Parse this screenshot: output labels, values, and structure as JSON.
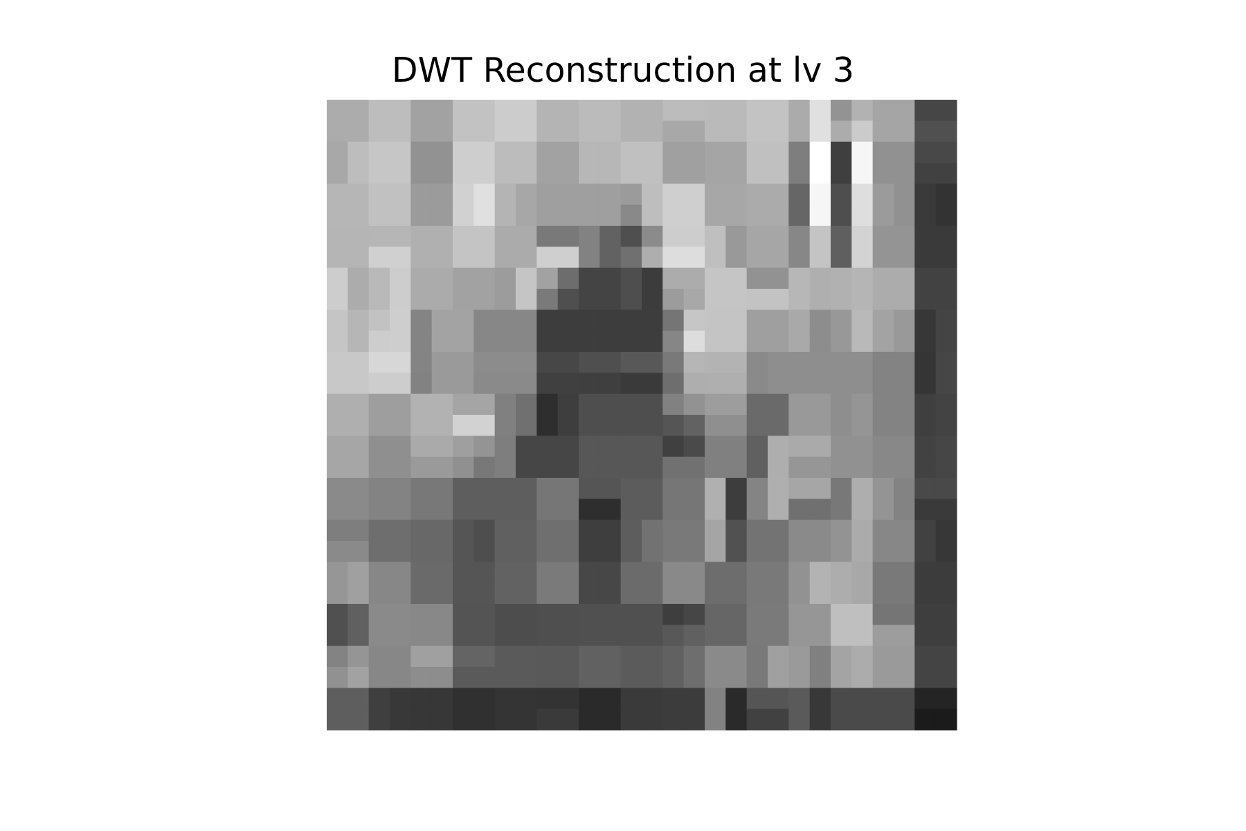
{
  "chart_data": {
    "type": "heatmap",
    "title": "DWT Reconstruction at lv 3",
    "xlabel": "",
    "ylabel": "",
    "colormap": "gray",
    "axes_visible": false,
    "grid": false,
    "rows": 30,
    "cols": 30,
    "values": [
      [
        172,
        172,
        189,
        189,
        162,
        162,
        194,
        194,
        204,
        204,
        180,
        180,
        187,
        187,
        178,
        178,
        188,
        188,
        186,
        186,
        195,
        195,
        171,
        224,
        147,
        178,
        165,
        165,
        70,
        70
      ],
      [
        172,
        172,
        189,
        189,
        162,
        162,
        194,
        194,
        204,
        204,
        180,
        180,
        187,
        187,
        178,
        178,
        168,
        168,
        186,
        186,
        195,
        195,
        171,
        224,
        172,
        203,
        165,
        165,
        80,
        80
      ],
      [
        168,
        189,
        198,
        198,
        146,
        146,
        206,
        206,
        188,
        188,
        162,
        162,
        183,
        183,
        192,
        192,
        160,
        160,
        165,
        165,
        192,
        192,
        126,
        255,
        63,
        246,
        145,
        145,
        72,
        72
      ],
      [
        168,
        189,
        198,
        198,
        146,
        146,
        206,
        206,
        188,
        188,
        162,
        162,
        183,
        183,
        192,
        192,
        160,
        160,
        165,
        165,
        192,
        192,
        126,
        255,
        63,
        246,
        145,
        145,
        65,
        65
      ],
      [
        182,
        182,
        193,
        193,
        155,
        155,
        209,
        224,
        180,
        167,
        159,
        159,
        159,
        159,
        155,
        190,
        207,
        207,
        167,
        167,
        171,
        171,
        102,
        246,
        78,
        222,
        155,
        145,
        58,
        51
      ],
      [
        182,
        182,
        193,
        193,
        155,
        155,
        209,
        224,
        180,
        167,
        159,
        159,
        159,
        159,
        137,
        190,
        207,
        207,
        167,
        167,
        171,
        171,
        102,
        246,
        78,
        222,
        155,
        145,
        58,
        51
      ],
      [
        181,
        181,
        182,
        182,
        176,
        176,
        196,
        196,
        171,
        171,
        121,
        121,
        130,
        98,
        79,
        139,
        205,
        205,
        191,
        153,
        166,
        166,
        135,
        196,
        95,
        211,
        148,
        148,
        58,
        58
      ],
      [
        181,
        181,
        208,
        208,
        176,
        176,
        196,
        196,
        171,
        171,
        207,
        207,
        130,
        98,
        112,
        174,
        221,
        221,
        191,
        153,
        166,
        166,
        135,
        196,
        95,
        211,
        148,
        148,
        58,
        58
      ],
      [
        205,
        172,
        185,
        205,
        171,
        171,
        162,
        162,
        156,
        197,
        162,
        109,
        68,
        68,
        78,
        60,
        172,
        172,
        197,
        197,
        146,
        146,
        183,
        175,
        177,
        181,
        172,
        172,
        66,
        66
      ],
      [
        205,
        172,
        185,
        205,
        171,
        171,
        162,
        162,
        156,
        197,
        122,
        79,
        68,
        68,
        78,
        60,
        156,
        168,
        197,
        197,
        195,
        195,
        183,
        175,
        177,
        181,
        172,
        172,
        66,
        66
      ],
      [
        197,
        182,
        194,
        206,
        132,
        163,
        163,
        135,
        135,
        135,
        61,
        61,
        61,
        61,
        61,
        61,
        117,
        198,
        196,
        196,
        159,
        159,
        169,
        141,
        152,
        185,
        163,
        153,
        55,
        68
      ],
      [
        197,
        182,
        205,
        206,
        132,
        163,
        163,
        135,
        135,
        135,
        61,
        61,
        61,
        61,
        61,
        61,
        134,
        221,
        196,
        196,
        159,
        159,
        169,
        141,
        152,
        185,
        163,
        153,
        55,
        68
      ],
      [
        200,
        200,
        215,
        215,
        132,
        154,
        154,
        140,
        140,
        140,
        71,
        71,
        79,
        79,
        88,
        88,
        121,
        182,
        179,
        179,
        138,
        142,
        142,
        142,
        142,
        142,
        131,
        131,
        53,
        70
      ],
      [
        200,
        200,
        205,
        205,
        130,
        154,
        154,
        138,
        138,
        138,
        64,
        64,
        63,
        63,
        58,
        58,
        110,
        174,
        175,
        175,
        138,
        142,
        142,
        142,
        142,
        142,
        131,
        131,
        53,
        70
      ],
      [
        175,
        175,
        158,
        158,
        178,
        178,
        165,
        165,
        128,
        112,
        46,
        62,
        78,
        78,
        78,
        78,
        129,
        146,
        157,
        157,
        106,
        106,
        153,
        153,
        142,
        149,
        131,
        131,
        63,
        67
      ],
      [
        175,
        175,
        158,
        158,
        178,
        178,
        210,
        210,
        128,
        112,
        46,
        62,
        78,
        78,
        78,
        78,
        85,
        98,
        143,
        143,
        106,
        106,
        153,
        153,
        142,
        149,
        131,
        131,
        63,
        67
      ],
      [
        166,
        166,
        143,
        143,
        170,
        170,
        159,
        148,
        126,
        70,
        70,
        70,
        87,
        87,
        87,
        87,
        64,
        74,
        128,
        128,
        96,
        174,
        170,
        170,
        145,
        145,
        136,
        136,
        66,
        70
      ],
      [
        166,
        166,
        143,
        143,
        154,
        154,
        144,
        120,
        126,
        70,
        70,
        70,
        87,
        87,
        87,
        87,
        113,
        113,
        128,
        128,
        96,
        174,
        150,
        150,
        145,
        145,
        136,
        136,
        66,
        70
      ],
      [
        138,
        138,
        131,
        131,
        120,
        120,
        94,
        94,
        94,
        94,
        118,
        118,
        85,
        85,
        92,
        92,
        118,
        118,
        176,
        61,
        132,
        175,
        166,
        166,
        120,
        174,
        148,
        131,
        73,
        73
      ],
      [
        138,
        138,
        131,
        131,
        120,
        120,
        94,
        94,
        94,
        94,
        118,
        118,
        46,
        46,
        92,
        92,
        118,
        118,
        176,
        61,
        132,
        175,
        112,
        112,
        120,
        174,
        148,
        131,
        58,
        58
      ],
      [
        126,
        126,
        110,
        110,
        104,
        104,
        85,
        78,
        96,
        96,
        111,
        111,
        62,
        62,
        93,
        114,
        121,
        121,
        165,
        81,
        115,
        115,
        138,
        138,
        147,
        171,
        135,
        135,
        65,
        55
      ],
      [
        138,
        138,
        110,
        110,
        104,
        104,
        85,
        78,
        96,
        96,
        111,
        111,
        62,
        62,
        93,
        114,
        121,
        121,
        165,
        81,
        115,
        115,
        138,
        138,
        147,
        171,
        135,
        135,
        65,
        55
      ],
      [
        150,
        160,
        135,
        135,
        106,
        106,
        85,
        85,
        98,
        98,
        122,
        122,
        71,
        71,
        107,
        107,
        137,
        137,
        109,
        109,
        121,
        121,
        146,
        179,
        173,
        168,
        121,
        121,
        60,
        60
      ],
      [
        150,
        160,
        135,
        135,
        106,
        106,
        85,
        85,
        98,
        98,
        122,
        122,
        71,
        71,
        107,
        107,
        137,
        137,
        109,
        109,
        121,
        121,
        146,
        179,
        173,
        168,
        121,
        121,
        60,
        60
      ],
      [
        80,
        96,
        138,
        138,
        136,
        136,
        84,
        84,
        77,
        77,
        79,
        79,
        80,
        80,
        80,
        80,
        62,
        70,
        102,
        102,
        122,
        122,
        150,
        150,
        191,
        191,
        117,
        117,
        62,
        62
      ],
      [
        80,
        96,
        138,
        138,
        136,
        136,
        84,
        84,
        77,
        77,
        79,
        79,
        80,
        80,
        80,
        80,
        88,
        96,
        102,
        102,
        122,
        122,
        150,
        150,
        191,
        191,
        157,
        157,
        62,
        62
      ],
      [
        131,
        149,
        135,
        135,
        160,
        160,
        100,
        100,
        90,
        90,
        89,
        89,
        97,
        97,
        91,
        91,
        97,
        110,
        138,
        138,
        121,
        160,
        154,
        128,
        164,
        172,
        154,
        154,
        68,
        68
      ],
      [
        145,
        162,
        135,
        135,
        141,
        141,
        90,
        90,
        90,
        90,
        89,
        89,
        97,
        97,
        91,
        91,
        97,
        110,
        138,
        138,
        121,
        160,
        154,
        128,
        164,
        172,
        154,
        154,
        68,
        68
      ],
      [
        94,
        94,
        63,
        56,
        55,
        55,
        48,
        48,
        52,
        52,
        51,
        51,
        42,
        42,
        58,
        58,
        60,
        60,
        130,
        42,
        85,
        85,
        90,
        56,
        74,
        74,
        74,
        74,
        36,
        36
      ],
      [
        94,
        94,
        63,
        56,
        55,
        55,
        48,
        48,
        52,
        52,
        58,
        58,
        42,
        42,
        58,
        58,
        60,
        60,
        130,
        42,
        65,
        65,
        90,
        56,
        74,
        74,
        74,
        74,
        27,
        27
      ]
    ]
  }
}
